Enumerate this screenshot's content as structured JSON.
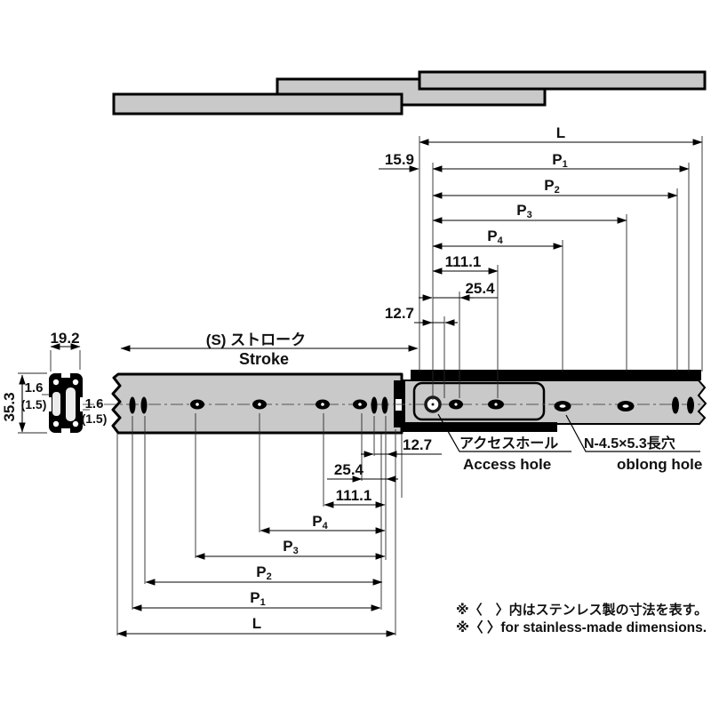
{
  "dims": {
    "L": "L",
    "P": "P",
    "s1": "1",
    "s2": "2",
    "s3": "3",
    "s4": "4",
    "v159": "15.9",
    "v1111": "111.1",
    "v254": "25.4",
    "v127": "12.7",
    "v192": "19.2",
    "v353": "35.3",
    "v16": "1.6",
    "v15": "(1.5)"
  },
  "stroke_label": {
    "jp": "(S) ストローク",
    "en": "Stroke"
  },
  "callouts": {
    "access_jp": "アクセスホール",
    "access_en": "Access hole",
    "oblong_jp": "N-4.5×5.3長穴",
    "oblong_en": "oblong hole"
  },
  "notes": {
    "jp": "※〈　〉内はステンレス製の寸法を表す。",
    "en": "※〈 〉for stainless-made dimensions."
  },
  "colors": {
    "part_fill": "#c9c9c9",
    "ink": "#000000",
    "background": "#ffffff"
  }
}
